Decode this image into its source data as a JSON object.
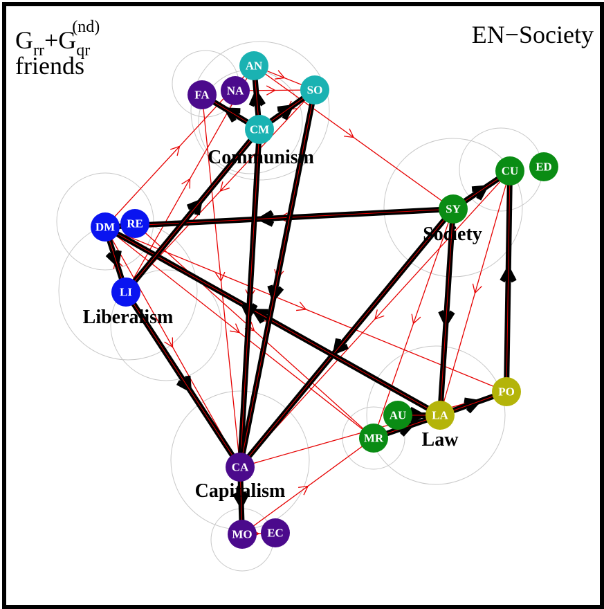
{
  "title_left": {
    "base1": "G",
    "sub1": "rr",
    "plus": "+",
    "base2": "G",
    "sub2": "qr",
    "sup2": "(nd)",
    "line2": "friends"
  },
  "title_right": "EN−Society",
  "colors": {
    "purple": "#4B0A8C",
    "teal": "#1AB2B2",
    "blue": "#0A14F0",
    "green": "#0A8C14",
    "olive": "#B4B40A",
    "red_edge": "#E60000",
    "black_edge": "#000000",
    "group_circle": "#C8C8C8"
  },
  "groups": [
    {
      "name": "Communism"
    },
    {
      "name": "Society"
    },
    {
      "name": "Liberalism"
    },
    {
      "name": "Law"
    },
    {
      "name": "Capitalism"
    }
  ],
  "nodes": [
    {
      "id": "AN",
      "color": "teal"
    },
    {
      "id": "SO",
      "color": "teal"
    },
    {
      "id": "FA",
      "color": "purple"
    },
    {
      "id": "NA",
      "color": "purple"
    },
    {
      "id": "CM",
      "color": "teal"
    },
    {
      "id": "CU",
      "color": "green"
    },
    {
      "id": "ED",
      "color": "green"
    },
    {
      "id": "SY",
      "color": "green"
    },
    {
      "id": "DM",
      "color": "blue"
    },
    {
      "id": "RE",
      "color": "blue"
    },
    {
      "id": "LI",
      "color": "blue"
    },
    {
      "id": "PO",
      "color": "olive"
    },
    {
      "id": "AU",
      "color": "green"
    },
    {
      "id": "LA",
      "color": "olive"
    },
    {
      "id": "MR",
      "color": "green"
    },
    {
      "id": "CA",
      "color": "purple"
    },
    {
      "id": "MO",
      "color": "purple"
    },
    {
      "id": "EC",
      "color": "purple"
    }
  ],
  "black_edges": [
    [
      "SY",
      "DM"
    ],
    [
      "SY",
      "CU"
    ],
    [
      "SY",
      "CA"
    ],
    [
      "SY",
      "LA"
    ],
    [
      "LA",
      "DM"
    ],
    [
      "LA",
      "PO"
    ],
    [
      "PO",
      "CU"
    ],
    [
      "DM",
      "LI"
    ],
    [
      "LI",
      "CA"
    ],
    [
      "LI",
      "CM"
    ],
    [
      "CM",
      "CA"
    ],
    [
      "SO",
      "CA"
    ],
    [
      "CM",
      "FA"
    ],
    [
      "CM",
      "SO"
    ],
    [
      "CM",
      "AN"
    ],
    [
      "CA",
      "MO"
    ],
    [
      "AU",
      "LA"
    ],
    [
      "MR",
      "LA"
    ]
  ],
  "red_edges": [
    [
      "AN",
      "SO"
    ],
    [
      "AN",
      "SY"
    ],
    [
      "NA",
      "SO"
    ],
    [
      "FA",
      "CA"
    ],
    [
      "SO",
      "LI"
    ],
    [
      "SO",
      "CA"
    ],
    [
      "SO",
      "CM"
    ],
    [
      "DM",
      "MR"
    ],
    [
      "DM",
      "LA"
    ],
    [
      "DM",
      "PO"
    ],
    [
      "DM",
      "CA"
    ],
    [
      "RE",
      "MR"
    ],
    [
      "LI",
      "AN"
    ],
    [
      "CU",
      "LA"
    ],
    [
      "CU",
      "CA"
    ],
    [
      "SY",
      "DM"
    ],
    [
      "SY",
      "MR"
    ],
    [
      "PO",
      "MR"
    ],
    [
      "CA",
      "PO"
    ],
    [
      "MO",
      "MR"
    ],
    [
      "MO",
      "EC"
    ],
    [
      "CM",
      "CA"
    ],
    [
      "DM",
      "AN"
    ],
    [
      "LI",
      "DM"
    ]
  ]
}
